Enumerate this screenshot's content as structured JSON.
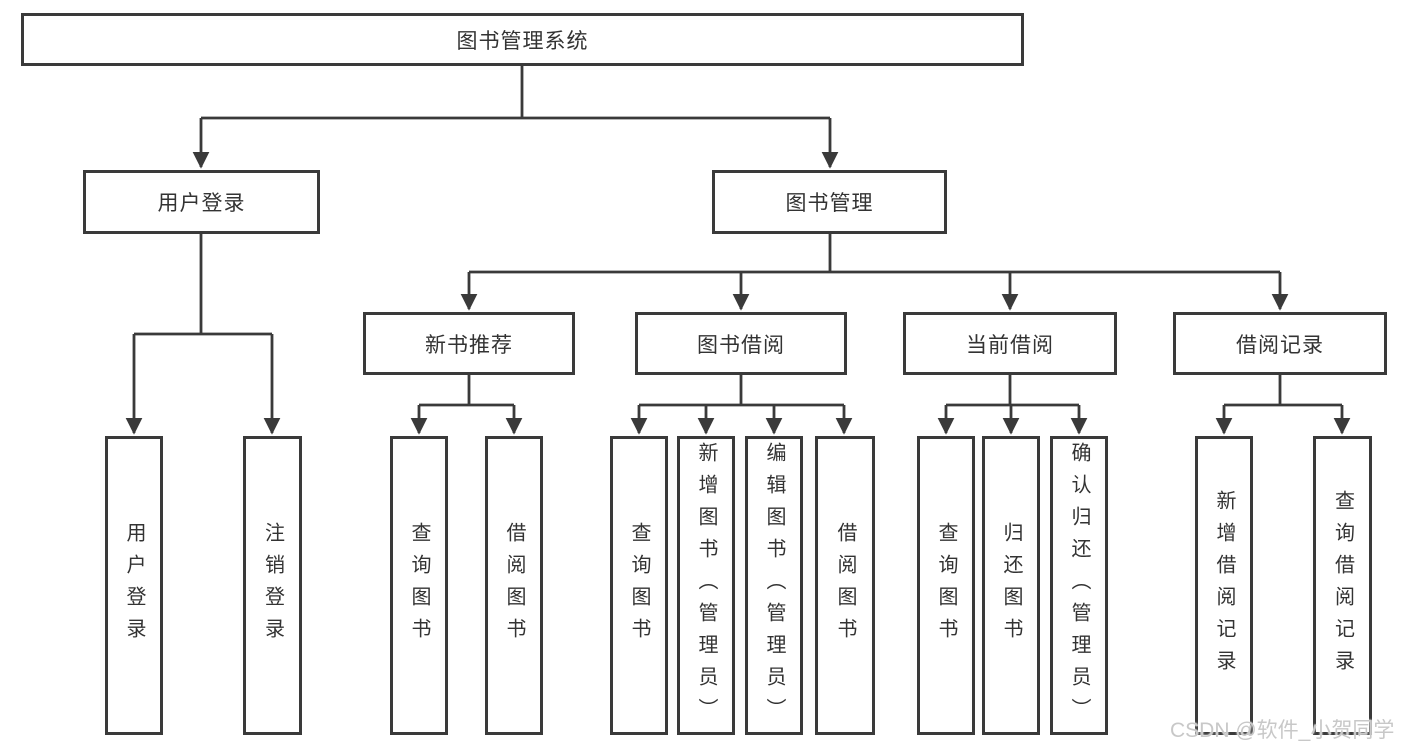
{
  "root": {
    "label": "图书管理系统"
  },
  "branches": [
    {
      "label": "用户登录",
      "children": [
        {
          "label": "用户登录"
        },
        {
          "label": "注销登录"
        }
      ]
    },
    {
      "label": "图书管理",
      "children": [
        {
          "label": "新书推荐",
          "children": [
            {
              "label": "查询图书"
            },
            {
              "label": "借阅图书"
            }
          ]
        },
        {
          "label": "图书借阅",
          "children": [
            {
              "label": "查询图书"
            },
            {
              "label": "新增图书（管理员）"
            },
            {
              "label": "编辑图书（管理员）"
            },
            {
              "label": "借阅图书"
            }
          ]
        },
        {
          "label": "当前借阅",
          "children": [
            {
              "label": "查询图书"
            },
            {
              "label": "归还图书"
            },
            {
              "label": "确认归还（管理员）"
            }
          ]
        },
        {
          "label": "借阅记录",
          "children": [
            {
              "label": "新增借阅记录"
            },
            {
              "label": "查询借阅记录"
            }
          ]
        }
      ]
    }
  ],
  "watermark": {
    "text": "CSDN @软件_小贺同学"
  },
  "colors": {
    "line": "#3a3a3a",
    "box_border": "#3a3a3a",
    "box_bg": "#ffffff",
    "text": "#333333",
    "watermark": "#c8c8c8",
    "background": "#ffffff"
  }
}
